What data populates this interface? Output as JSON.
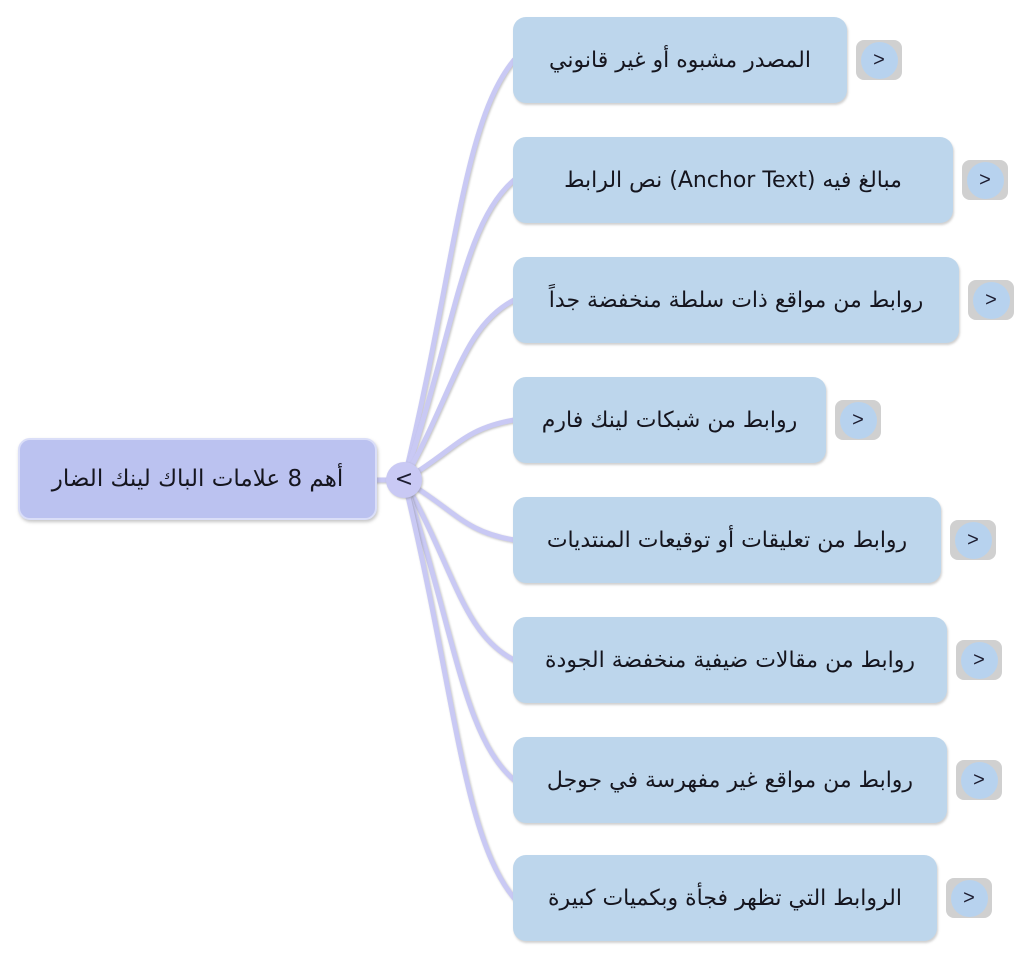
{
  "root": {
    "label": "أهم 8 علامات الباك لينك الضار"
  },
  "glyphs": {
    "hub_toggle": "<",
    "branch_toggle": ">"
  },
  "branches": [
    {
      "label": "المصدر مشبوه أو غير قانوني"
    },
    {
      "label": "مبالغ فيه (Anchor Text) نص الرابط"
    },
    {
      "label": "روابط من مواقع ذات سلطة منخفضة جداً"
    },
    {
      "label": "روابط من شبكات لينك فارم"
    },
    {
      "label": "روابط من تعليقات أو توقيعات المنتديات"
    },
    {
      "label": "روابط من مقالات ضيفية منخفضة الجودة"
    },
    {
      "label": "روابط من مواقع غير مفهرسة في جوجل"
    },
    {
      "label": "الروابط التي تظهر فجأة وبكميات كبيرة"
    }
  ],
  "colors": {
    "canvas_bg": "#ffffff",
    "root_fill": "#bbc2f0",
    "root_border": "#dadef8",
    "branch_fill": "#bdd6ec",
    "line_color": "#c9c9f4",
    "toggle_back": "#d0d0d0",
    "toggle_fill": "#b7d2ee",
    "text_color": "#15151e"
  }
}
